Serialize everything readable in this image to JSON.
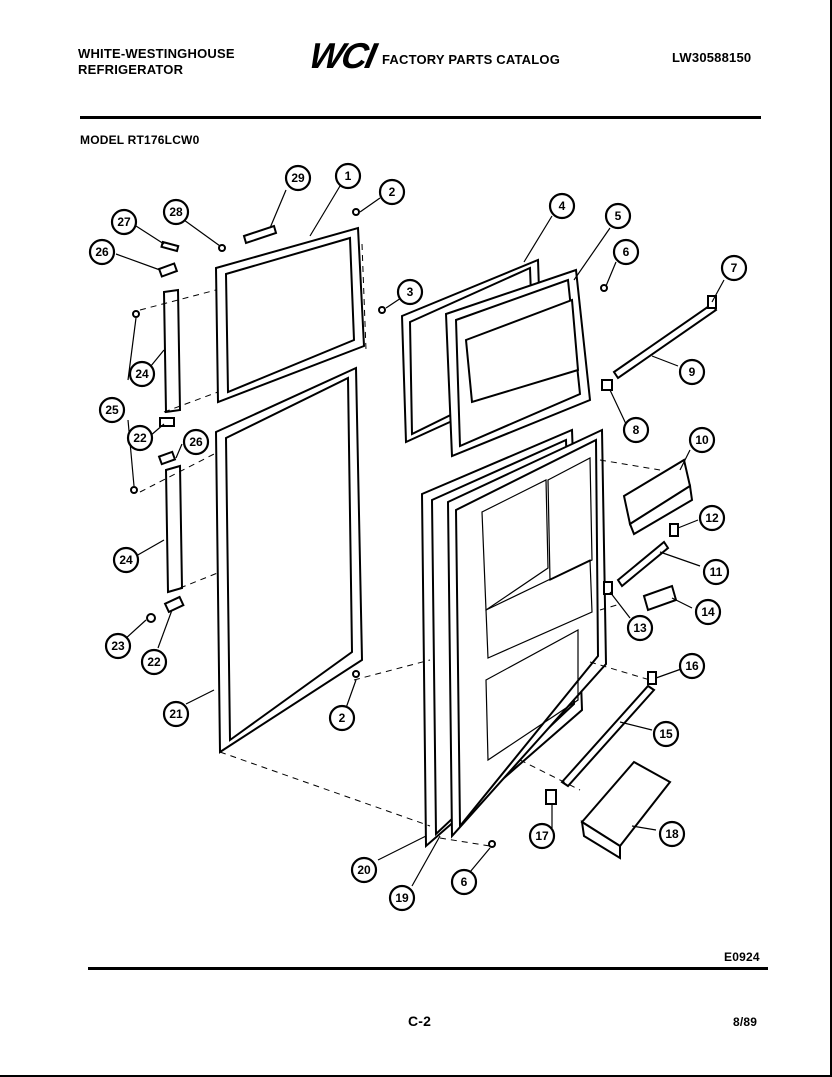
{
  "header": {
    "brand_line1": "WHITE-WESTINGHOUSE",
    "brand_line2": "REFRIGERATOR",
    "logo": "WCI",
    "catalog_title": "FACTORY PARTS CATALOG",
    "catalog_code": "LW30588150"
  },
  "model_label": "MODEL RT176LCW0",
  "callouts": [
    "1",
    "2",
    "2",
    "3",
    "4",
    "5",
    "6",
    "6",
    "7",
    "8",
    "9",
    "10",
    "11",
    "12",
    "13",
    "14",
    "15",
    "16",
    "17",
    "18",
    "19",
    "20",
    "21",
    "22",
    "22",
    "23",
    "24",
    "24",
    "25",
    "26",
    "26",
    "27",
    "28",
    "29"
  ],
  "figure_code": "E0924",
  "footer": {
    "page": "C-2",
    "date": "8/89"
  }
}
